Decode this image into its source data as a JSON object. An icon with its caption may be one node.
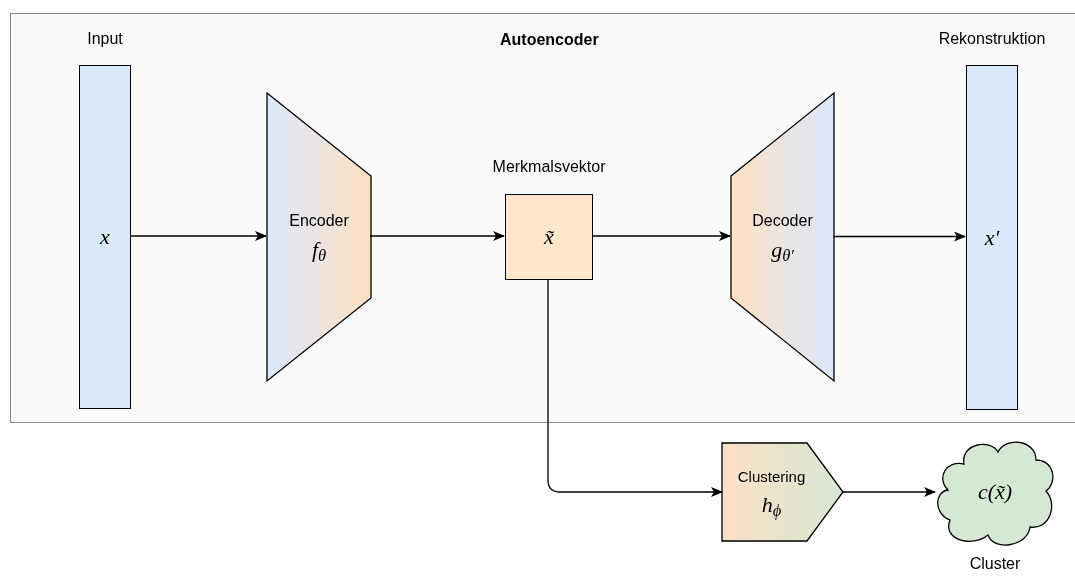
{
  "diagram": {
    "nodes": [
      {
        "text": [
          "Autoencoder"
        ]
      },
      {
        "text": [
          "Input",
          "x"
        ],
        "in": 0
      },
      {
        "text": [
          "Encoder",
          "f$_{θ}$"
        ],
        "in": 0
      },
      {
        "text": [
          "Merkmalsvektor",
          "x̃"
        ],
        "in": 0
      },
      {
        "text": [
          "Decoder",
          "g$_{θ′}$"
        ],
        "in": 0
      },
      {
        "text": [
          "Rekonstruktion",
          "x′"
        ],
        "in": 0
      },
      {
        "text": [
          "Clustering",
          "h$_{ϕ}$"
        ]
      },
      {
        "text": [
          "c(x̃)"
        ],
        "beside": [
          "Cluster"
        ]
      }
    ],
    "edges": [
      {
        "from": 1,
        "to": 2,
        "arrow": "to"
      },
      {
        "from": 2,
        "to": 3,
        "arrow": "to"
      },
      {
        "from": 3,
        "to": 4,
        "arrow": "to"
      },
      {
        "from": 4,
        "to": 5,
        "arrow": "to"
      },
      {
        "from": 3,
        "to": 6,
        "arrow": "to"
      },
      {
        "from": 6,
        "to": 7,
        "arrow": "to"
      }
    ]
  }
}
